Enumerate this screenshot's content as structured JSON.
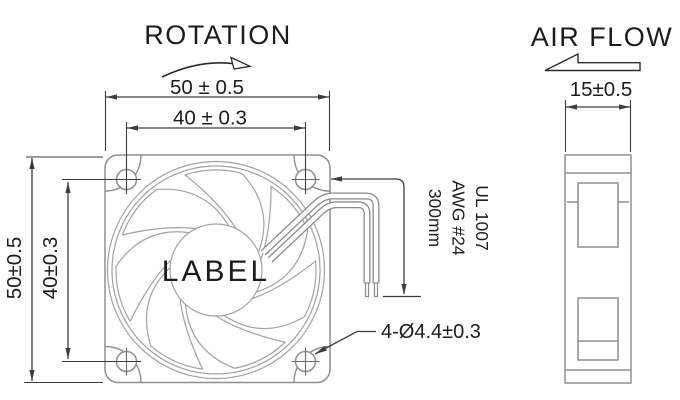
{
  "front_view": {
    "rotation_label": "ROTATION",
    "center_label": "LABEL",
    "dim_width_top": "50 ± 0.5",
    "dim_hole_pitch_top": "40 ± 0.3",
    "dim_height_left": "50±0.5",
    "dim_hole_pitch_left": "40±0.3",
    "mounting_holes_note": "4-Ø4.4±0.3"
  },
  "lead_wires": {
    "spec": [
      "UL 1007",
      "AWG #24",
      "300mm"
    ]
  },
  "side_view": {
    "air_flow_label": "AIR FLOW",
    "dim_depth": "15±0.5"
  },
  "style": {
    "part_line_color": "#8f8f8f",
    "blade_line_color": "#a2a2a2",
    "dimension_line_color": "#3d3d3d",
    "text_color": "#1c1c1c",
    "background_color": "#ffffff"
  }
}
